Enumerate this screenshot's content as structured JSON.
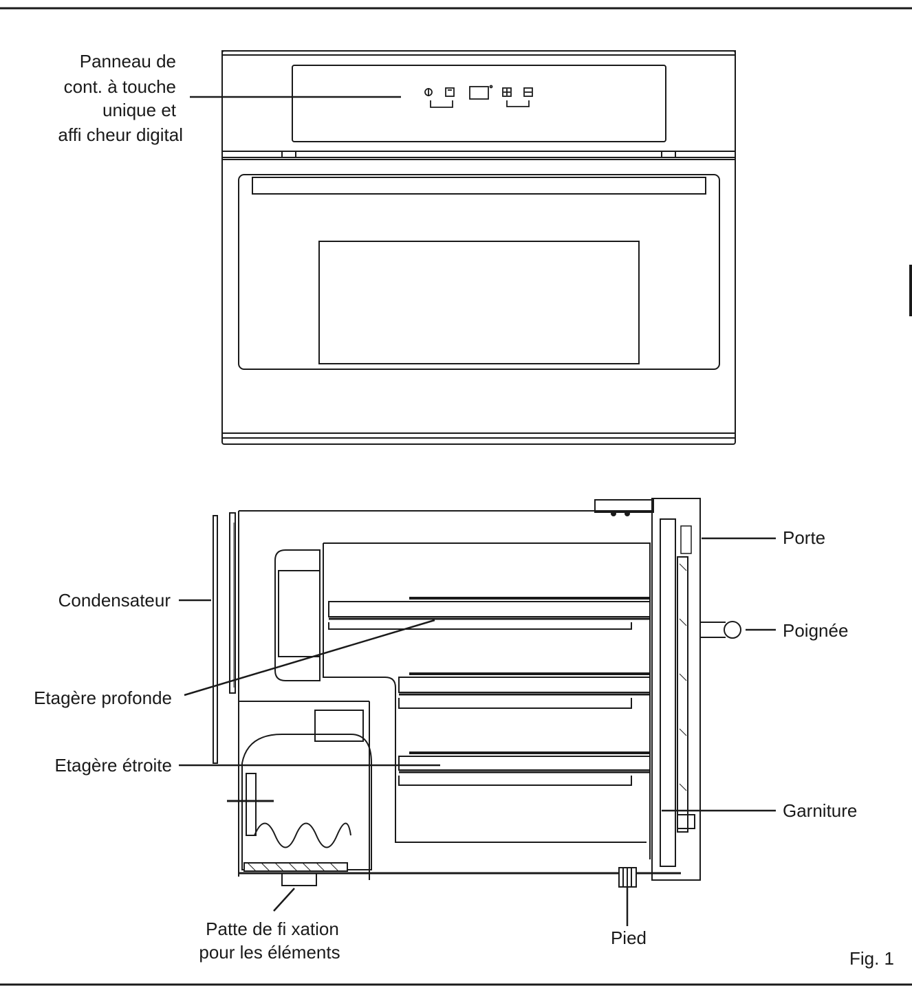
{
  "labels": {
    "panel": [
      "Panneau de",
      "cont. à touche",
      "unique et",
      "affi cheur digital"
    ],
    "porte": "Porte",
    "condensateur": "Condensateur",
    "poignee": "Poignée",
    "etagere_profonde": "Etagère profonde",
    "etagere_etroite": "Etagère étroite",
    "garniture": "Garniture",
    "patte": [
      "Patte de fi xation",
      "pour les éléments"
    ],
    "pied": "Pied"
  },
  "figure_caption": "Fig. 1",
  "colors": {
    "line": "#1a1a1a",
    "fill": "#ffffff"
  }
}
